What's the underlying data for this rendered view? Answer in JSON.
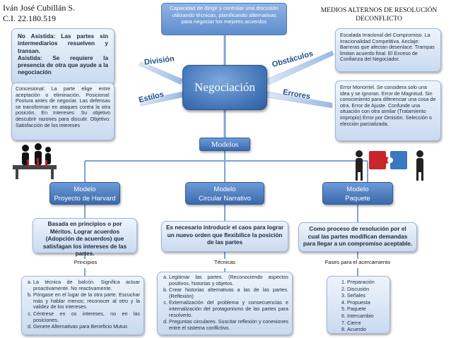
{
  "author": {
    "name": "Iván José Cubillán S.",
    "id": "C.I. 22.180.519"
  },
  "header_title": "MEDIOS ALTERNOS DE RESOLUCIÓN DECONFLICTO",
  "center": {
    "title": "Negociación",
    "definition": "Capacidad de dirigir y controlar una discusión utilizando técnicas, planificando alternativas para negociar los mejores acuerdos"
  },
  "branches": {
    "division": {
      "label": "División",
      "text_1": "No Asistida: Las partes sin intermediarios resuelven y transan.",
      "text_2": "Asistida: Se requiere la presencia de otra que ayude a la negociación"
    },
    "estilos": {
      "label": "Estilos",
      "text": "Concesional: La parte elige entre aceptación o eliminación. Posicional: Postura antes de negociar. Las defensas se transforman en ataques contra la otra posición. En Intereses: Su objetivo descubrir razones para discutir. Objetivo: Satisfacción de los intereses"
    },
    "obstaculos": {
      "label": "Obstáculos",
      "text": "Escalada Irracional del Compromiso. La Irracionalidad Competitiva. Anclaje: Barreras que afectan desenlace. Trampas limitan acuerdo final. El Exceso de Confianza del Negociador."
    },
    "errores": {
      "label": "Errores",
      "text": "Error Monorriel. Se considera solo una idea y se ignoran. Error de Magnitud. Sin conocimiento para diferenciar una cosa de otra. Error de Ajuste. Confunde una situación con otra similar (Tratamiento impropio) Error por Omisión. Selección o elección parcializada."
    }
  },
  "modelos": {
    "label": "Modelos",
    "harvard": {
      "title_line1": "Modelo",
      "title_line2": "Proyecto de Harvard",
      "description": "Basada en principios o por Méritos. Lograr acuerdos (Adopción de acuerdos) que satisfagan los intereses de las partes.",
      "sub_label": "Principios",
      "items": [
        "La técnica de balcón. Significa actuar proactivamente. No reactivamente.",
        "Póngase en el lugar de la otra parte. Escuchar más y hablar menos; reconocer al otro y la validez de los intereses.",
        "Céntrese en os intereses, no en las posiciones.",
        "Genere Alternativas para Beneficio Mutuo"
      ]
    },
    "circular": {
      "title_line1": "Modelo",
      "title_line2": "Circular Narrativo",
      "description": "Es necesario introducir el caos para lograr un nuevo orden que flexibilice la posición de las partes",
      "sub_label": "Técnicas",
      "items": [
        "Legitimar las partes. (Reconociendo aspectos positivos, historias y objetos.",
        "Crear historias alternativas a las de las partes. (Reflexión)",
        "Externalización del problema y consecuencias e internalización del protagonismo de las partes para resolverlo.",
        "Preguntas circulares. Suscitar reflexión y conexiones entre el sistema conflictivo."
      ]
    },
    "paquete": {
      "title_line1": "Modelo",
      "title_line2": "Paquete",
      "description": "Como proceso de resolución por el cual las partes modifican demandas para llegar a un compromiso aceptable.",
      "sub_label": "Fases para el acercamiento",
      "items": [
        "Preparación",
        "Discusión",
        "Señales",
        "Propuesta",
        "Paquete",
        "Intercambio",
        "Cierre",
        "Acuerdo"
      ]
    }
  },
  "colors": {
    "accent": "#3f72b6",
    "light_box": "#c9daef",
    "label_text": "#1f4f8e"
  }
}
